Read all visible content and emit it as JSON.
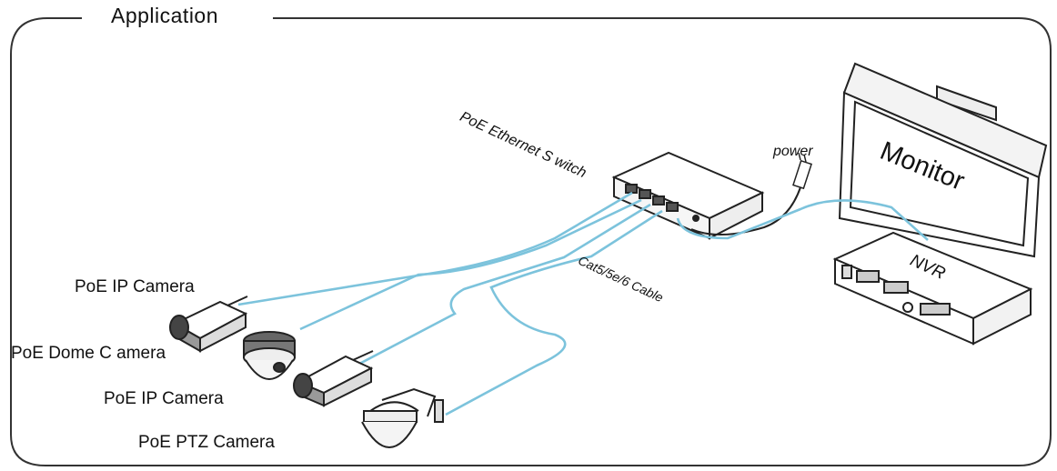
{
  "title": "Application",
  "labels": {
    "switch": "PoE Ethernet S witch",
    "power": "power",
    "cable": "Cat5/5e/6 Cable",
    "monitor": "Monitor",
    "nvr": "NVR"
  },
  "devices": [
    {
      "label": "PoE IP Camera"
    },
    {
      "label": "PoE Dome C amera"
    },
    {
      "label": "PoE IP Camera"
    },
    {
      "label": "PoE PTZ Camera"
    }
  ],
  "colors": {
    "cable": "#7cc3dc",
    "frame": "#333333",
    "outline": "#222222",
    "fill": "#ffffff"
  }
}
